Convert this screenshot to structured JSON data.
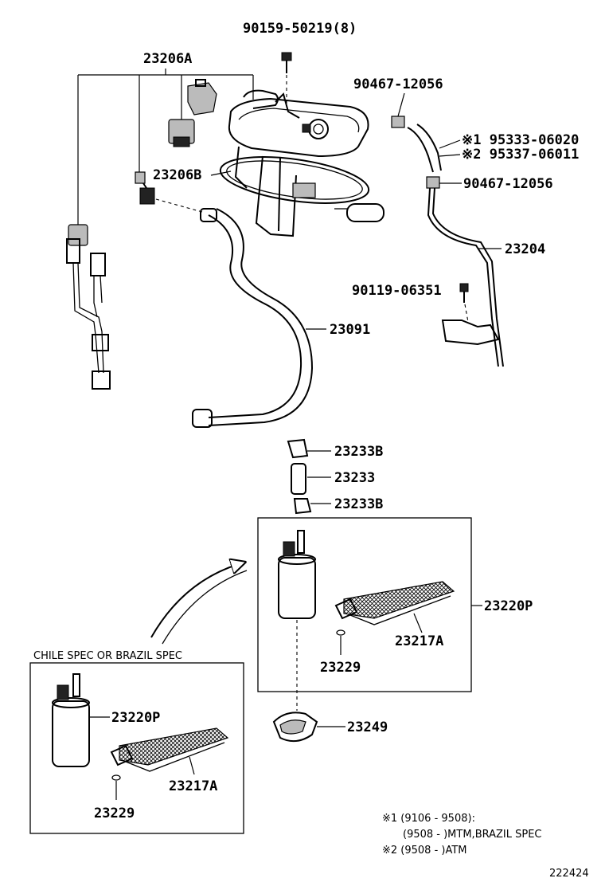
{
  "labels": {
    "bolt_top": "90159-50219(8)",
    "wire_harness_a": "23206A",
    "clip_top": "90467-12056",
    "hose_note1": "※1 95333-06020",
    "hose_note2": "※2 95337-06011",
    "clip_mid": "90467-12056",
    "wire_harness_b": "23206B",
    "fuel_pipe": "23204",
    "bolt_mid": "90119-06351",
    "fuel_hose": "23091",
    "cushion_top": "23233B",
    "hose_short": "23233",
    "cushion_bottom": "23233B",
    "pump_assy": "23220P",
    "filter": "23217A",
    "washer": "23229",
    "retainer": "23249"
  },
  "inset": {
    "title": "CHILE SPEC OR BRAZIL SPEC",
    "pump": "23220P",
    "filter": "23217A",
    "washer": "23229"
  },
  "notes": {
    "n1": "※1 (9106 - 9508):",
    "n2": "(9508 -     )MTM,BRAZIL SPEC",
    "n3": "※2 (9508 -     )ATM"
  },
  "figure_id": "222424"
}
